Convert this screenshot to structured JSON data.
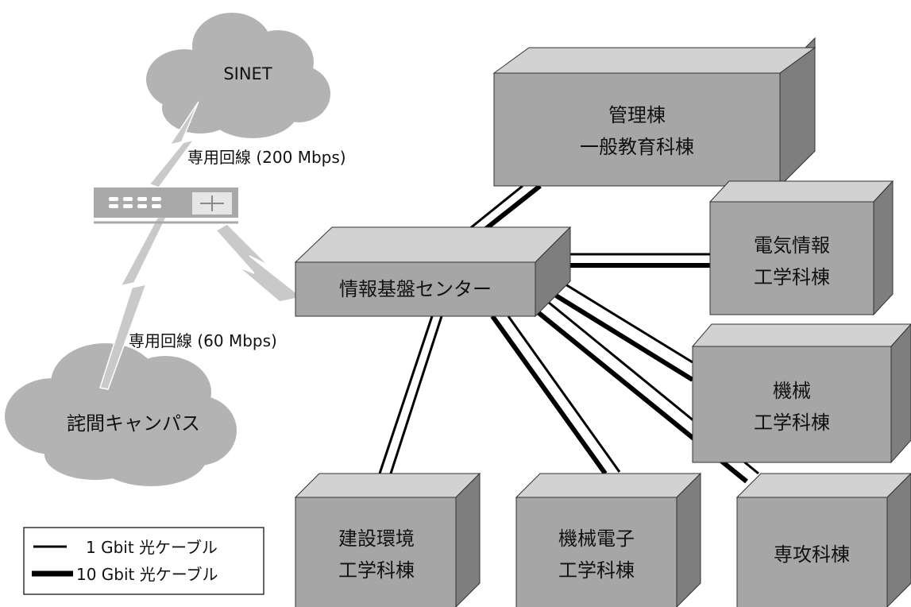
{
  "clouds": {
    "sinet": "SINET",
    "takuma": "詫間キャンパス"
  },
  "line_labels": {
    "leased_200": "専用回線 (200 Mbps)",
    "leased_60": "専用回線 (60 Mbps)"
  },
  "buildings": {
    "center": "情報基盤センター",
    "admin_1": "管理棟",
    "admin_2": "一般教育科棟",
    "elec_1": "電気情報",
    "elec_2": "工学科棟",
    "mech_1": "機械",
    "mech_2": "工学科棟",
    "const_1": "建設環境",
    "const_2": "工学科棟",
    "mechatro_1": "機械電子",
    "mechatro_2": "工学科棟",
    "senko": "専攻科棟"
  },
  "legend": {
    "thin_label": "1 Gbit 光ケーブル",
    "thick_label": "10 Gbit 光ケーブル"
  },
  "colors": {
    "box_front": "#a6a6a6",
    "box_top": "#d2d2d2",
    "box_side": "#7e7e7e",
    "cloud": "#b3b3b3",
    "lightning": "#c9c9c9",
    "cable": "#000000"
  }
}
